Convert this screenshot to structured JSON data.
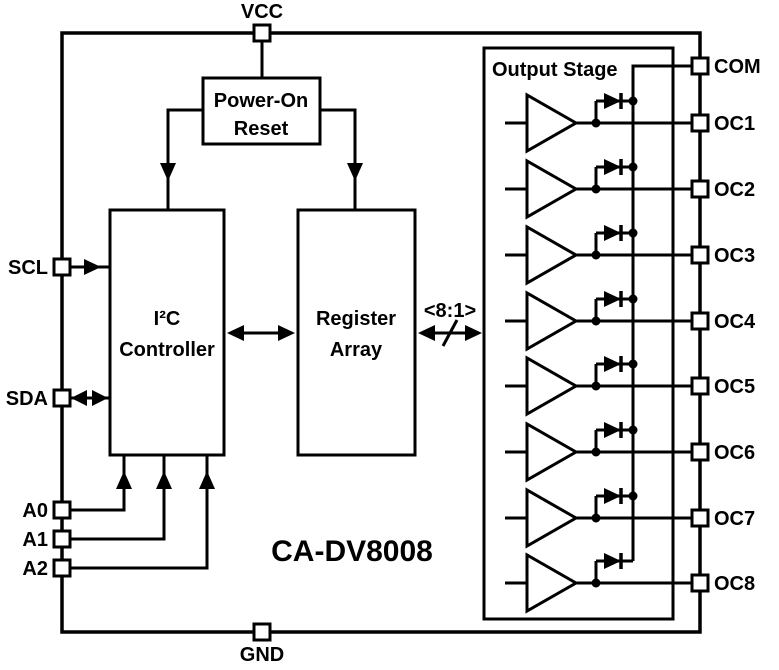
{
  "diagram": {
    "part_number": "CA-DV8008",
    "blocks": {
      "power_on_reset": {
        "label_line1": "Power-On",
        "label_line2": "Reset"
      },
      "i2c_controller": {
        "label_line1": "I²C",
        "label_line2": "Controller"
      },
      "register_array": {
        "label_line1": "Register",
        "label_line2": "Array"
      },
      "output_stage": {
        "label": "Output Stage"
      }
    },
    "bus_label": "<8:1>",
    "pins": {
      "top": [
        {
          "name": "VCC"
        }
      ],
      "bottom": [
        {
          "name": "GND"
        }
      ],
      "left": [
        {
          "name": "SCL"
        },
        {
          "name": "SDA"
        },
        {
          "name": "A0"
        },
        {
          "name": "A1"
        },
        {
          "name": "A2"
        }
      ],
      "right": [
        {
          "name": "COM"
        },
        {
          "name": "OC1"
        },
        {
          "name": "OC2"
        },
        {
          "name": "OC3"
        },
        {
          "name": "OC4"
        },
        {
          "name": "OC5"
        },
        {
          "name": "OC6"
        },
        {
          "name": "OC7"
        },
        {
          "name": "OC8"
        }
      ]
    },
    "colors": {
      "line": "#000000",
      "background": "#ffffff",
      "text": "#000000"
    }
  }
}
